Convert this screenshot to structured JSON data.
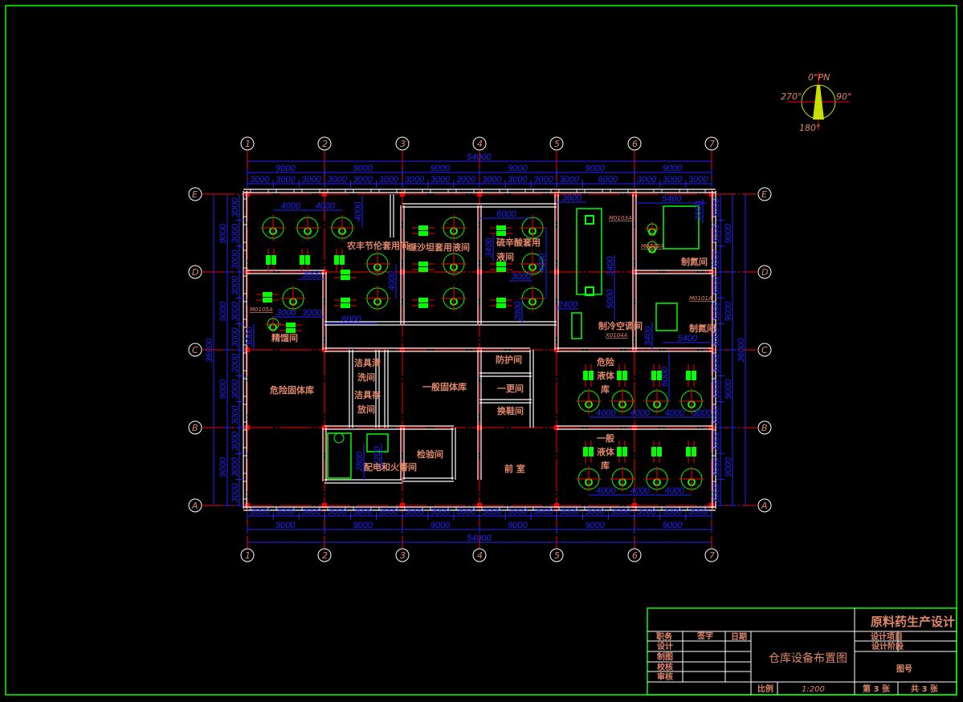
{
  "compass": {
    "north": "0°PN",
    "east": "90°",
    "south": "180°",
    "west": "270°"
  },
  "grid": {
    "columns": [
      "1",
      "2",
      "3",
      "4",
      "5",
      "6",
      "7"
    ],
    "rows": [
      "E",
      "D",
      "C",
      "B",
      "A"
    ]
  },
  "dimensions": {
    "overall_x": "54000",
    "bays_x": [
      "9000",
      "9000",
      "9000",
      "9000",
      "9000",
      "9000"
    ],
    "sub_x_top": [
      "3000",
      "3000",
      "3000",
      "3000",
      "3000",
      "3000",
      "3000",
      "3000",
      "3000",
      "3000",
      "3000",
      "3000",
      "3000",
      "6000",
      "3000",
      "3000",
      "3000"
    ],
    "sub_x_bottom": [
      "3000",
      "3000",
      "3000",
      "3000",
      "3000",
      "3000",
      "3000",
      "3000",
      "3000",
      "3000",
      "3000",
      "3000",
      "3000",
      "3000",
      "3000",
      "3000",
      "3000",
      "3000"
    ],
    "overall_y": "36000",
    "bays_y": [
      "9000",
      "9000",
      "9000",
      "9000"
    ],
    "sub_y": [
      "3000",
      "3000",
      "3000",
      "3000",
      "3000",
      "3000",
      "3000",
      "3000",
      "3000",
      "3000",
      "3000",
      "3000"
    ]
  },
  "rooms": {
    "r1": "农丰节伦套用间",
    "r2": "缬沙坦套用液间",
    "r3a": "硫辛酸套用",
    "r3b": "液间",
    "r4": "精馏间",
    "r5": "制冷空调间",
    "r6": "制氮间",
    "r7": "制氮间",
    "r8": "危险固体库",
    "r9a": "洁具清",
    "r9b": "洗间",
    "r10a": "洁具存",
    "r10b": "放间",
    "r11": "一般固体库",
    "r12": "防护间",
    "r13": "一更间",
    "r14": "换鞋间",
    "r15": "配电和火警间",
    "r16": "检验间",
    "r17": "前 室",
    "r18a": "危险",
    "r18b": "液体",
    "r18c": "库",
    "r19a": "一般",
    "r19b": "液体",
    "r19c": "库"
  },
  "equipment_tags": {
    "t1": "M0103A",
    "t2": "M0102A",
    "t3": "M0101A",
    "t4": "M0105A",
    "t5": "X0104A"
  },
  "annotations": {
    "a1": "4000",
    "a2": "4000",
    "a3": "4000",
    "a4": "4000",
    "a5": "6000",
    "a6": "3400",
    "a7": "4000",
    "a8": "3000",
    "a9": "2800",
    "a10": "3000",
    "a11": "3000",
    "a12": "3000",
    "a13": "6000",
    "a14": "3600",
    "a15": "5400",
    "a16": "3600",
    "a17": "3400",
    "a18": "5000",
    "a19": "2400",
    "a20": "3400",
    "a21": "5400",
    "a22": "6000",
    "a23": "4000",
    "a24": "4000",
    "a25": "4000",
    "a26": "3000",
    "a27": "4000",
    "a28": "4000",
    "a29": "4000",
    "a30": "2800",
    "a31": "2200",
    "a32": "3000"
  },
  "title_block": {
    "project_title": "原料药生产设计",
    "drawing_title": "仓库设备布置图",
    "col_role": "职务",
    "col_sign": "签字",
    "col_date": "日期",
    "row_design": "设计",
    "row_draw": "制图",
    "row_check": "校核",
    "row_review": "审核",
    "design_project": "设计项目",
    "design_stage": "设计阶段",
    "drawing_no": "图号",
    "scale_label": "比例",
    "scale": "1:200",
    "sheet": "第 3 张",
    "total": "共 3 张"
  }
}
